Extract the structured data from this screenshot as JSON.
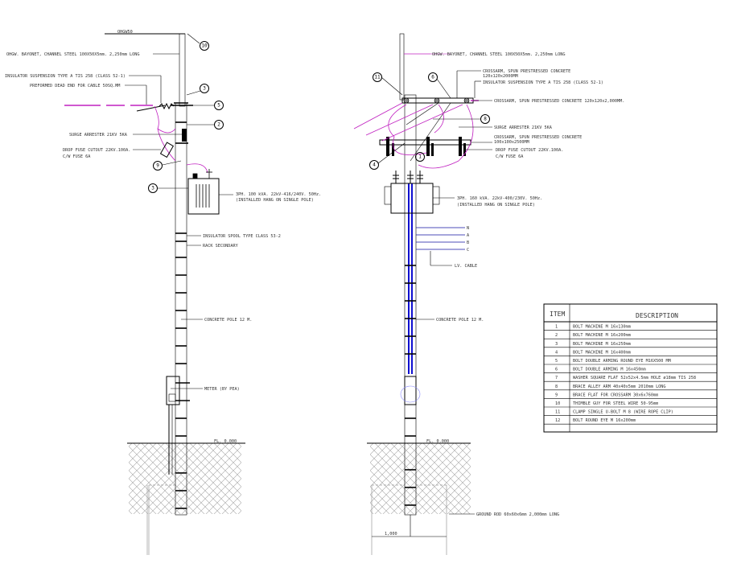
{
  "left_elevation": {
    "top_label": "OHGW50",
    "labels": {
      "bayonet": "OHGW. BAYONET, CHANNEL STEEL 100X50X5mm. 2,250mm LONG",
      "insulator_suspension": "INSULATOR SUSPENSION TYPE A TIS 258 (CLASS 52-1)",
      "dead_end": "PREFORMED DEAD END FOR CABLE 50SQ.MM",
      "surge_arrester": "SURGE ARRESTER 21KV 5KA",
      "drop_fuse_1": "DROP FUSE CUTOUT 22KV.100A.",
      "drop_fuse_2": "C/W FUSE 6A",
      "transformer_1": "3PH. 100 kVA. 22kV-416/240V. 50Hz.",
      "transformer_2": "(INSTALLED HANG ON SINGLE POLE)",
      "spool": "INSULATOR SPOOL TYPE CLASS 53-2",
      "rack": "RACK SECONDARY",
      "pole": "CONCRETE POLE 12 M.",
      "meter": "METER (BY PEA)",
      "level": "FL. 0.000"
    },
    "callouts": [
      "10",
      "3",
      "5",
      "2",
      "9",
      "3"
    ]
  },
  "right_elevation": {
    "labels": {
      "bayonet": "OHGW. BAYONET, CHANNEL STEEL 100X50X5mm. 2,250mm LONG",
      "crossarm_top_1": "CROSSARM, SPUN PRESTRESSED CONCRETE",
      "crossarm_top_2": "120x120x2000MM",
      "insulator_suspension": "INSULATOR SUSPENSION TYPE A TIS 258 (CLASS 52-1)",
      "crossarm_mid": "CROSSARM, SPUN PRESTRESSED CONCRETE 120x120x2,000MM.",
      "surge_arrester": "SURGE ARRESTER 21KV 5KA",
      "crossarm_low_1": "CROSSARM, SPUN PRESTRESSED CONCRETE",
      "crossarm_low_2": "100x100x2500MM",
      "drop_fuse_1": "DROP FUSE CUTOUT 22KV.100A.",
      "drop_fuse_2": "C/W FUSE 6A",
      "transformer_1": "3PH. 160 kVA. 22kV-400/230V. 50Hz.",
      "transformer_2": "(INSTALLED HANG ON SINGLE POLE)",
      "lv_cable": "LV. CABLE",
      "pole": "CONCRETE POLE 12 M.",
      "level": "FL. 0.000",
      "ground_rod": "GROUND ROD 60x60x6mm 2,000mm LONG",
      "dimension": "1,000"
    },
    "phases": [
      "N",
      "A",
      "B",
      "C"
    ],
    "callouts": [
      "11",
      "6",
      "8",
      "1",
      "4"
    ]
  },
  "bom_table": {
    "headers": [
      "ITEM",
      "DESCRIPTION"
    ],
    "rows": [
      [
        "1",
        "BOLT MACHINE M 16x130mm"
      ],
      [
        "2",
        "BOLT MACHINE M 16x200mm"
      ],
      [
        "3",
        "BOLT MACHINE M 16x250mm"
      ],
      [
        "4",
        "BOLT MACHINE M 16x400mm"
      ],
      [
        "5",
        "BOLT DOUBLE ARMING ROUND EYE M16X500 MM"
      ],
      [
        "6",
        "BOLT DOUBLE ARMING M 16x450mm"
      ],
      [
        "7",
        "WASHER SQUARE FLAT 52x52x4.5mm HOLE ø18mm TIS 258"
      ],
      [
        "8",
        "BRACE ALLEY ARM 40x40x5mm 2010mm LONG"
      ],
      [
        "9",
        "BRACE FLAT FOR CROSSARM 30x6x760mm"
      ],
      [
        "10",
        "THIMBLE GUY FOR STEEL WIRE 50-95mm"
      ],
      [
        "11",
        "CLAMP SINGLE U-BOLT M 8 (WIRE ROPE CLIP)"
      ],
      [
        "12",
        "BOLT ROUND EYE M 16x200mm"
      ]
    ]
  },
  "colors": {
    "conductor": "#c020c0",
    "lv_cable": "#1010d0"
  }
}
